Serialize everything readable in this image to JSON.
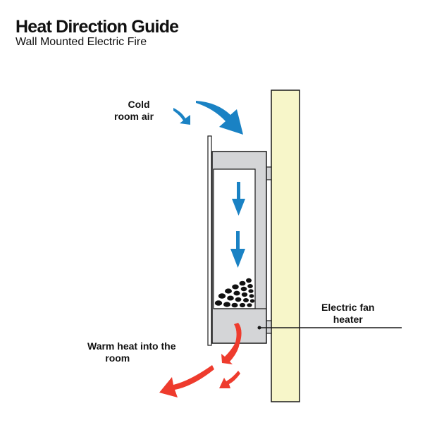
{
  "header": {
    "title": "Heat Direction Guide",
    "subtitle": "Wall Mounted Electric Fire"
  },
  "labels": {
    "cold_line1": "Cold",
    "cold_line2": "room air",
    "fan_line1": "Electric fan",
    "fan_line2": "heater",
    "warm_line1": "Warm heat into the",
    "warm_line2": "room"
  },
  "colors": {
    "cold_arrow": "#1a82c4",
    "warm_arrow": "#ee3b2d",
    "wall": "#f7f6c9",
    "unit_body": "#d4d5d7",
    "stroke": "#1a1a1a"
  },
  "icons": {
    "fuel_bed": "coal-pebbles-icon",
    "airflow": "curved-arrow-icon"
  }
}
